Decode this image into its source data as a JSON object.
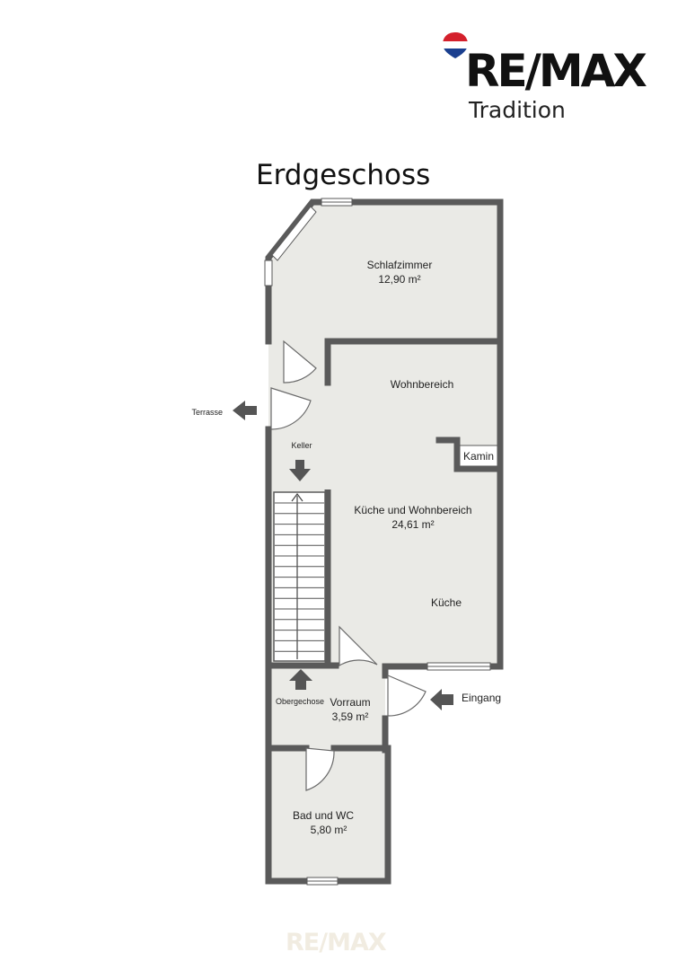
{
  "brand": {
    "name": "RE/MAX",
    "office": "Tradition",
    "watermark": "RE/MAX"
  },
  "floor_title": "Erdgeschoss",
  "rooms": [
    {
      "name": "Schlafzimmer",
      "area": "12,90 m²"
    },
    {
      "name": "Wohnbereich"
    },
    {
      "name": "Kamin"
    },
    {
      "name": "Küche und Wohnbereich",
      "area": "24,61 m²"
    },
    {
      "name": "Küche"
    },
    {
      "name": "Vorraum",
      "area": "3,59 m²"
    },
    {
      "name": "Bad und WC",
      "area": "5,80 m²"
    }
  ],
  "markers": {
    "terrasse": "Terrasse",
    "keller": "Keller",
    "obergeschoss": "Obergechose",
    "eingang": "Eingang"
  },
  "colors": {
    "wall": "#5a5a5a",
    "floor": "#eaeae6",
    "arrow": "#555555",
    "brand_red": "#d4202c",
    "brand_blue": "#1a3f8f"
  }
}
